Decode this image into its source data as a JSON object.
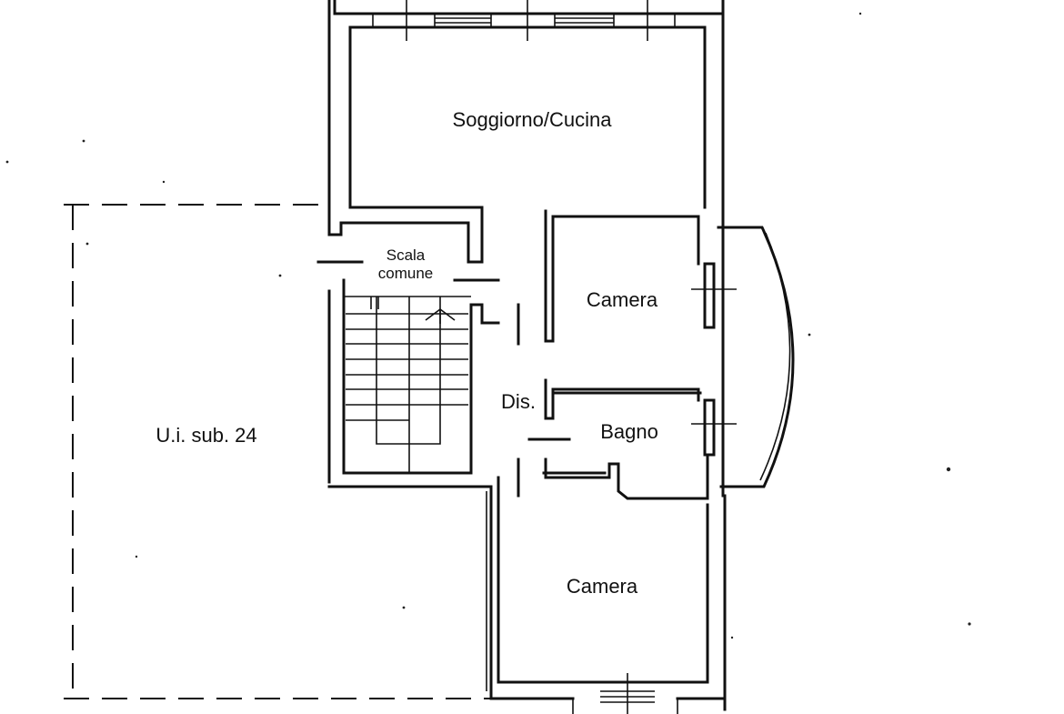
{
  "rooms": {
    "living_kitchen": "Soggiorno/Cucina",
    "stair_line1": "Scala",
    "stair_line2": "comune",
    "bedroom_top": "Camera",
    "hallway": "Dis.",
    "bathroom": "Bagno",
    "bedroom_bottom": "Camera",
    "adjacent_unit": "U.i. sub. 24"
  },
  "colors": {
    "ink": "#111111",
    "paper": "#ffffff"
  }
}
